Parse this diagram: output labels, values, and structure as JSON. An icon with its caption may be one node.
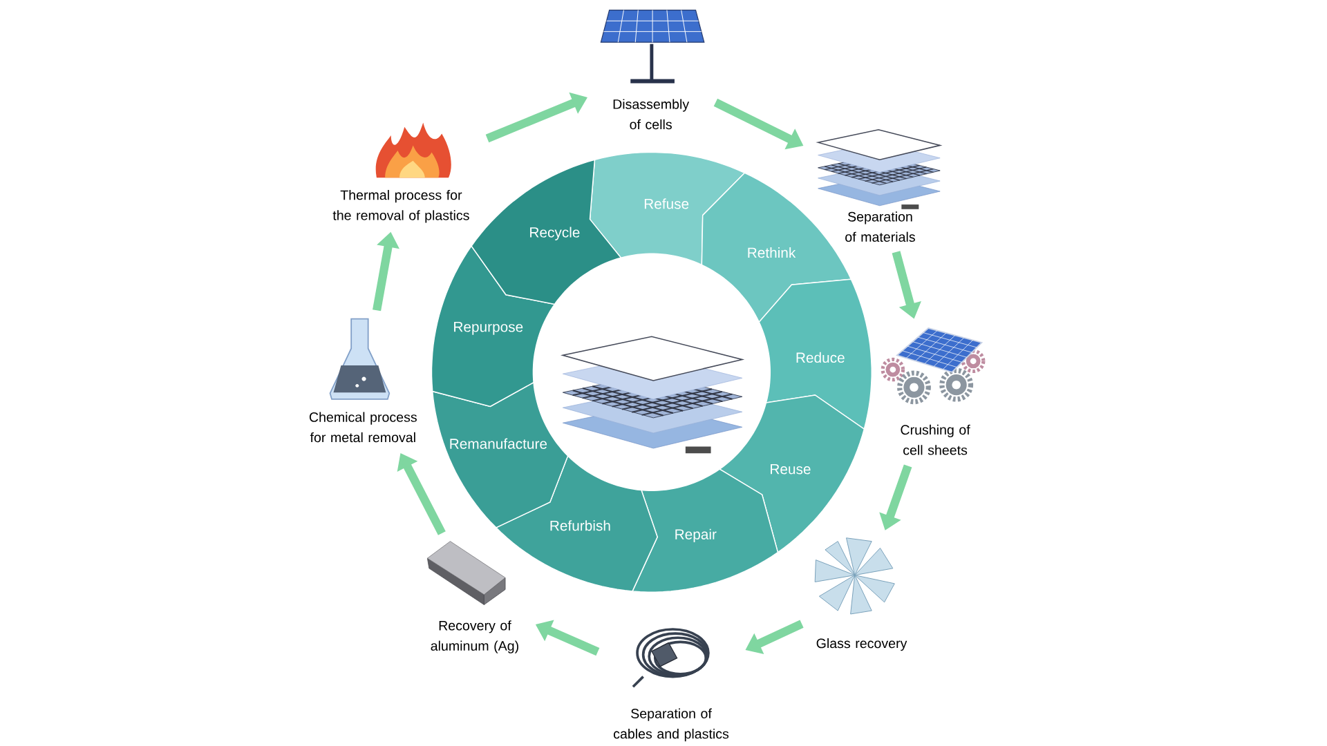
{
  "diagram": {
    "nodes": [
      {
        "text": [
          "Disassembly of cells"
        ]
      },
      {
        "text": [
          "Separation of materials"
        ]
      },
      {
        "text": [
          "Crushing of cell sheets"
        ]
      },
      {
        "text": [
          "Glass recovery"
        ]
      },
      {
        "text": [
          "Separation of cables and plastics"
        ]
      },
      {
        "text": [
          "Recovery of aluminum (Ag)"
        ]
      },
      {
        "text": [
          "Chemical process for metal removal"
        ]
      },
      {
        "text": [
          "Thermal process for the removal of plastics"
        ]
      },
      {
        "text": [
          "Refuse"
        ]
      },
      {
        "text": [
          "Rethink"
        ]
      },
      {
        "text": [
          "Reduce"
        ]
      },
      {
        "text": [
          "Reuse"
        ]
      },
      {
        "text": [
          "Repair"
        ]
      },
      {
        "text": [
          "Refurbish"
        ]
      },
      {
        "text": [
          "Remanufacture"
        ]
      },
      {
        "text": [
          "Repurpose"
        ]
      },
      {
        "text": [
          "Recycle"
        ]
      }
    ],
    "edges": [
      {
        "from": 0,
        "to": 1,
        "arrow": "to"
      },
      {
        "from": 1,
        "to": 2,
        "arrow": "to"
      },
      {
        "from": 2,
        "to": 3,
        "arrow": "to"
      },
      {
        "from": 3,
        "to": 4,
        "arrow": "to"
      },
      {
        "from": 4,
        "to": 5,
        "arrow": "to"
      },
      {
        "from": 5,
        "to": 6,
        "arrow": "to"
      },
      {
        "from": 6,
        "to": 7,
        "arrow": "to"
      },
      {
        "from": 7,
        "to": 0,
        "arrow": "to"
      }
    ]
  }
}
